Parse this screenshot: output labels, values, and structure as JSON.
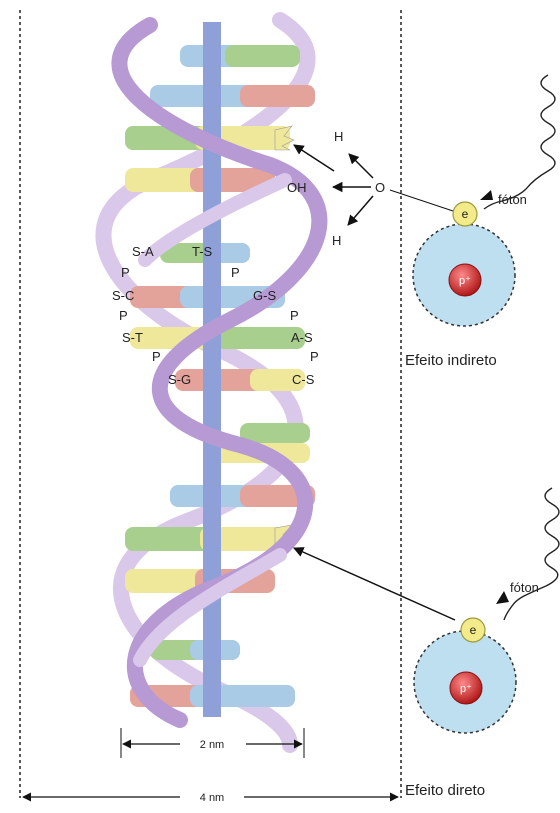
{
  "dna": {
    "base_labels": [
      {
        "text": "S-A"
      },
      {
        "text": "T-S"
      },
      {
        "text": "P"
      },
      {
        "text": "P"
      },
      {
        "text": "S-C"
      },
      {
        "text": "G-S"
      },
      {
        "text": "P"
      },
      {
        "text": "P"
      },
      {
        "text": "S-T"
      },
      {
        "text": "A-S"
      },
      {
        "text": "P"
      },
      {
        "text": "P"
      },
      {
        "text": "S-G"
      },
      {
        "text": "C-S"
      }
    ],
    "width_inner": "2 nm",
    "width_outer": "4 nm"
  },
  "water": {
    "h_top": "H",
    "oh": "OH",
    "o": "O",
    "h_bottom": "H"
  },
  "indirect": {
    "photon": "fóton",
    "electron": "e",
    "proton": "p⁺",
    "caption": "Efeito indireto"
  },
  "direct": {
    "photon": "fóton",
    "electron": "e",
    "proton": "p⁺",
    "caption": "Efeito direto"
  },
  "colors": {
    "backbone_light": "#d9c8ea",
    "backbone_dark": "#b79ad3",
    "axis": "#8f9fd8",
    "green": "#a9cf8e",
    "blue": "#a9cbe6",
    "red": "#e3a39b",
    "yellow": "#efe79a",
    "atom_fill": "#bddff0",
    "electron": "#f3ea8a",
    "proton": "#c92a2a"
  }
}
